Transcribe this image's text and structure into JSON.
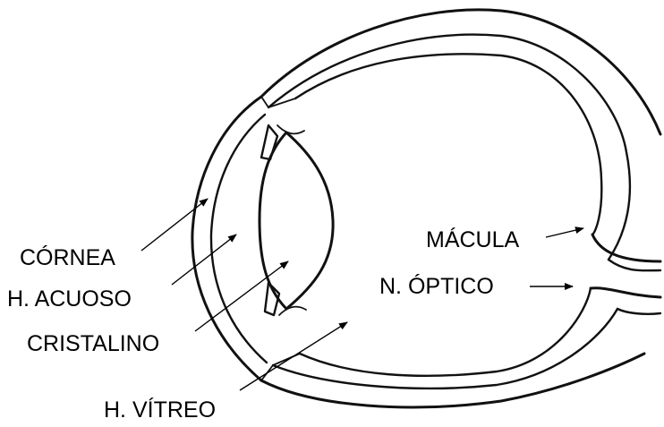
{
  "labels": {
    "cornea": "CÓRNEA",
    "aqueous": "H. ACUOSO",
    "lens": "CRISTALINO",
    "vitreous": "H. VÍTREO",
    "macula": "MÁCULA",
    "optic_nerve": "N. ÓPTICO"
  },
  "colors": {
    "ink": "#111111",
    "background": "#ffffff"
  }
}
